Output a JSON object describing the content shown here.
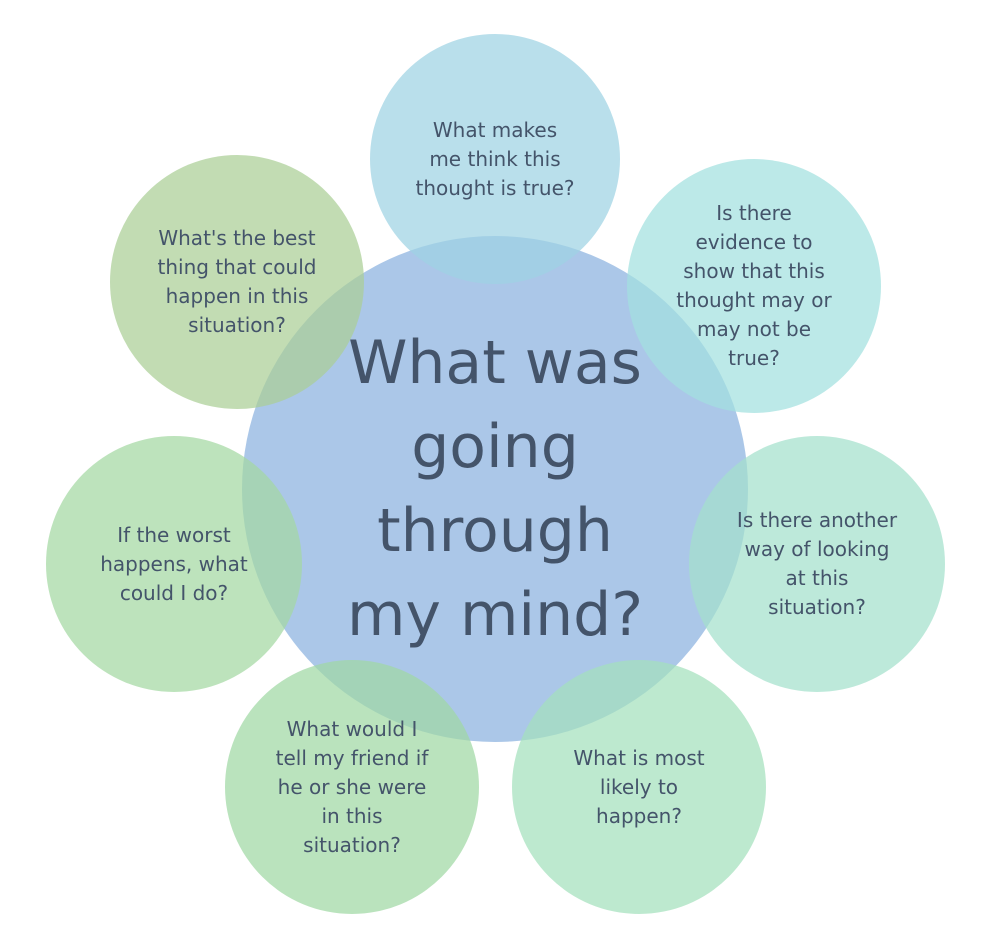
{
  "center": {
    "text": "What was\ngoing\nthrough\nmy mind?",
    "color": "#a4c2e6"
  },
  "nodes": [
    {
      "id": "top",
      "text": "What makes\nme think this\nthought is true?",
      "color": "#9ed3e3"
    },
    {
      "id": "upper-right",
      "text": "Is there\nevidence to\nshow that this\nthought may or\nmay not be\ntrue?",
      "color": "#a2e0df"
    },
    {
      "id": "right",
      "text": "Is there another\nway of looking\nat this\nsituation?",
      "color": "#a3e0cc"
    },
    {
      "id": "lower-right",
      "text": "What is most\nlikely to\nhappen?",
      "color": "#a3e0bd"
    },
    {
      "id": "lower-left",
      "text": "What would I\ntell my friend if\nhe or she were\nin this\nsituation?",
      "color": "#9fd8a4"
    },
    {
      "id": "left",
      "text": "If the worst\nhappens, what\ncould I do?",
      "color": "#a4d8a2"
    },
    {
      "id": "upper-left",
      "text": "What's the best\nthing that could\nhappen in this\nsituation?",
      "color": "#aacf95"
    }
  ],
  "text_color": "#44546a"
}
